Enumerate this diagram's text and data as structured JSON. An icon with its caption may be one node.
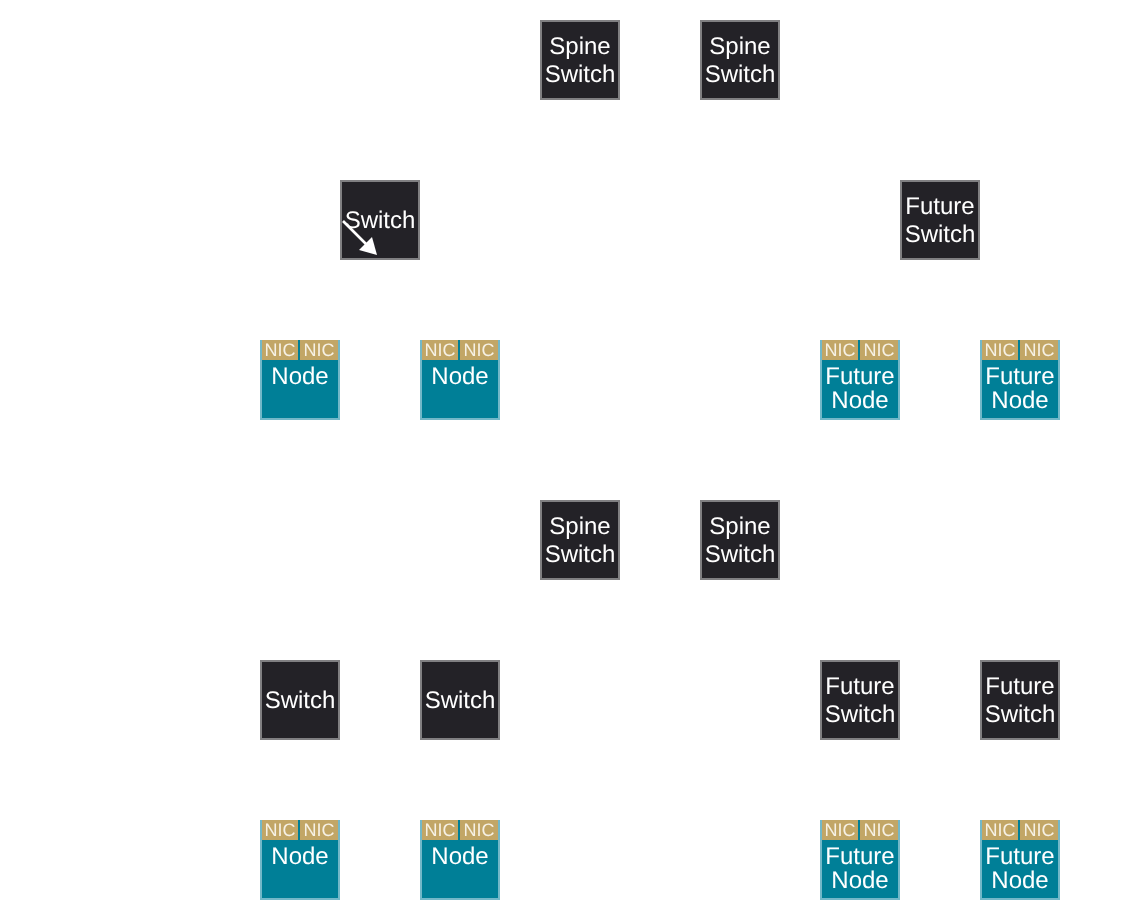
{
  "diagram": {
    "nodes": [
      {
        "text": [
          "Spine Switch"
        ]
      },
      {
        "text": [
          "Spine Switch"
        ]
      },
      {
        "text": [
          "Switch"
        ]
      },
      {
        "text": [
          "Future Switch"
        ]
      },
      {
        "text": [
          "Node"
        ]
      },
      {
        "text": [
          "NIC"
        ],
        "in": 4
      },
      {
        "text": [
          "NIC"
        ],
        "in": 4
      },
      {
        "text": [
          "Node"
        ]
      },
      {
        "text": [
          "NIC"
        ],
        "in": 7
      },
      {
        "text": [
          "NIC"
        ],
        "in": 7
      },
      {
        "text": [
          "Future Node"
        ]
      },
      {
        "text": [
          "NIC"
        ],
        "in": 10
      },
      {
        "text": [
          "NIC"
        ],
        "in": 10
      },
      {
        "text": [
          "Future Node"
        ]
      },
      {
        "text": [
          "NIC"
        ],
        "in": 13
      },
      {
        "text": [
          "NIC"
        ],
        "in": 13
      },
      {
        "text": [
          "Spine Switch"
        ]
      },
      {
        "text": [
          "Spine Switch"
        ]
      },
      {
        "text": [
          "Switch"
        ]
      },
      {
        "text": [
          "Switch"
        ]
      },
      {
        "text": [
          "Future Switch"
        ]
      },
      {
        "text": [
          "Future Switch"
        ]
      },
      {
        "text": [
          "Node"
        ]
      },
      {
        "text": [
          "NIC"
        ],
        "in": 22
      },
      {
        "text": [
          "NIC"
        ],
        "in": 22
      },
      {
        "text": [
          "Node"
        ]
      },
      {
        "text": [
          "NIC"
        ],
        "in": 25
      },
      {
        "text": [
          "NIC"
        ],
        "in": 25
      },
      {
        "text": [
          "Future Node"
        ]
      },
      {
        "text": [
          "NIC"
        ],
        "in": 28
      },
      {
        "text": [
          "NIC"
        ],
        "in": 28
      },
      {
        "text": [
          "Future Node"
        ]
      },
      {
        "text": [
          "NIC"
        ],
        "in": 31
      },
      {
        "text": [
          "NIC"
        ],
        "in": 31
      }
    ]
  }
}
